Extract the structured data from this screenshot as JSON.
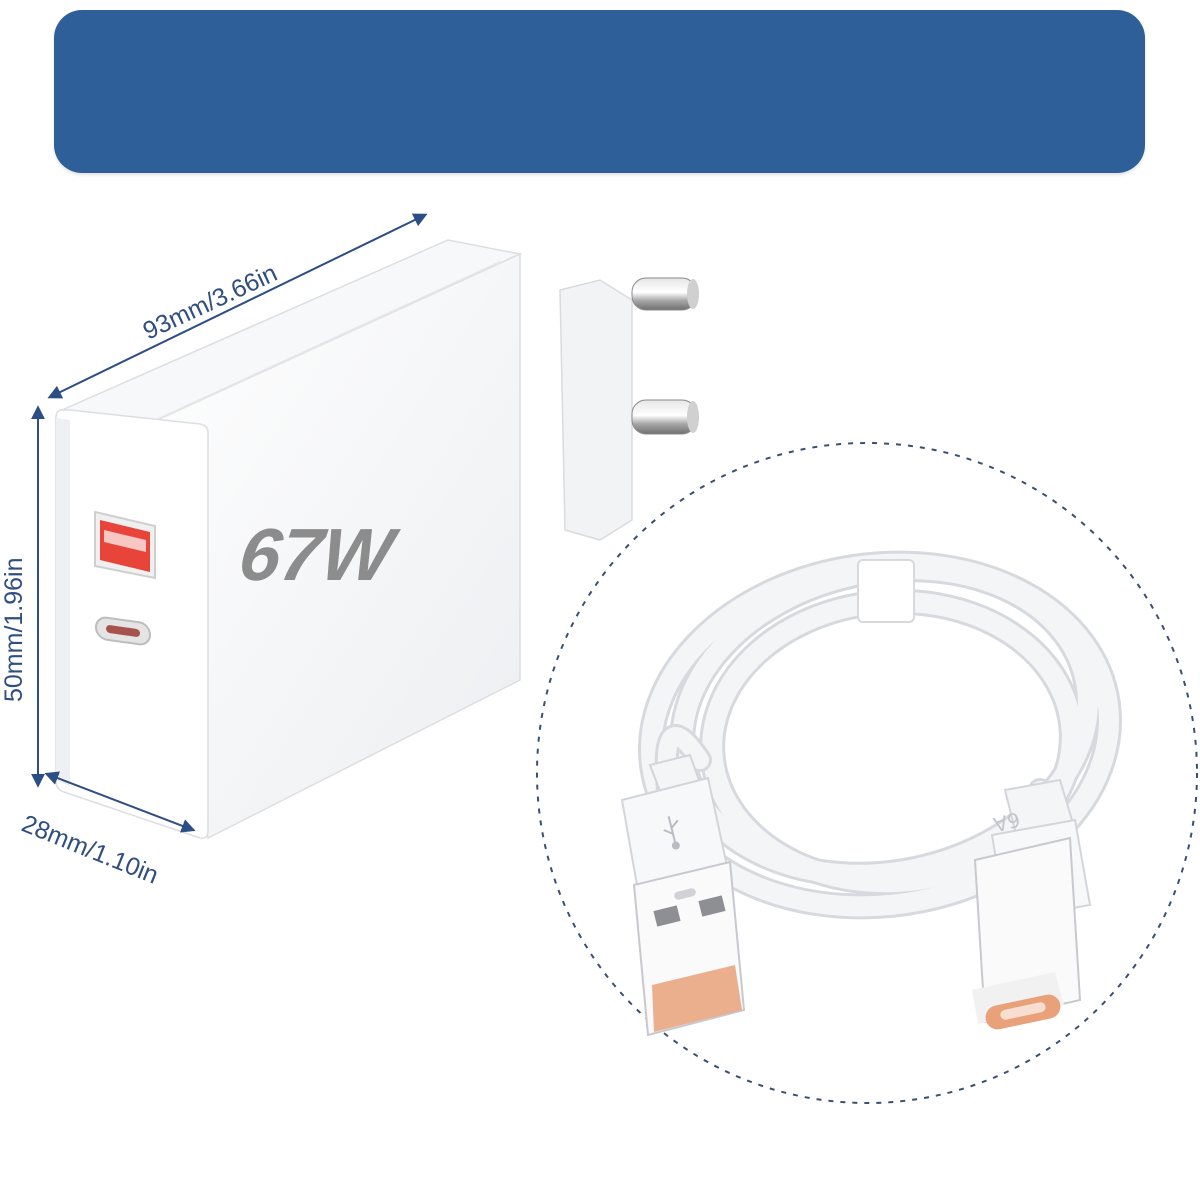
{
  "colors": {
    "banner": "#2f5f98",
    "dimension_line": "#2d4d85",
    "dimension_text": "#2f4f80",
    "charger_body": "#ffffff",
    "charger_shadow": "#dcdee2",
    "usb_a_port": "#e8443a",
    "wattage_text": "#8c8c8c",
    "cable": "#f4f5f7",
    "connector_tip": "#e9a17a",
    "dashed_circle": "#3b4f72"
  },
  "dimensions": {
    "length": "93mm/3.66in",
    "height": "50mm/1.96in",
    "depth": "28mm/1.10in"
  },
  "charger": {
    "wattage": "67W"
  },
  "cable": {
    "usb_symbol_icon": "usb-symbol-icon",
    "rating_print": "6A"
  }
}
